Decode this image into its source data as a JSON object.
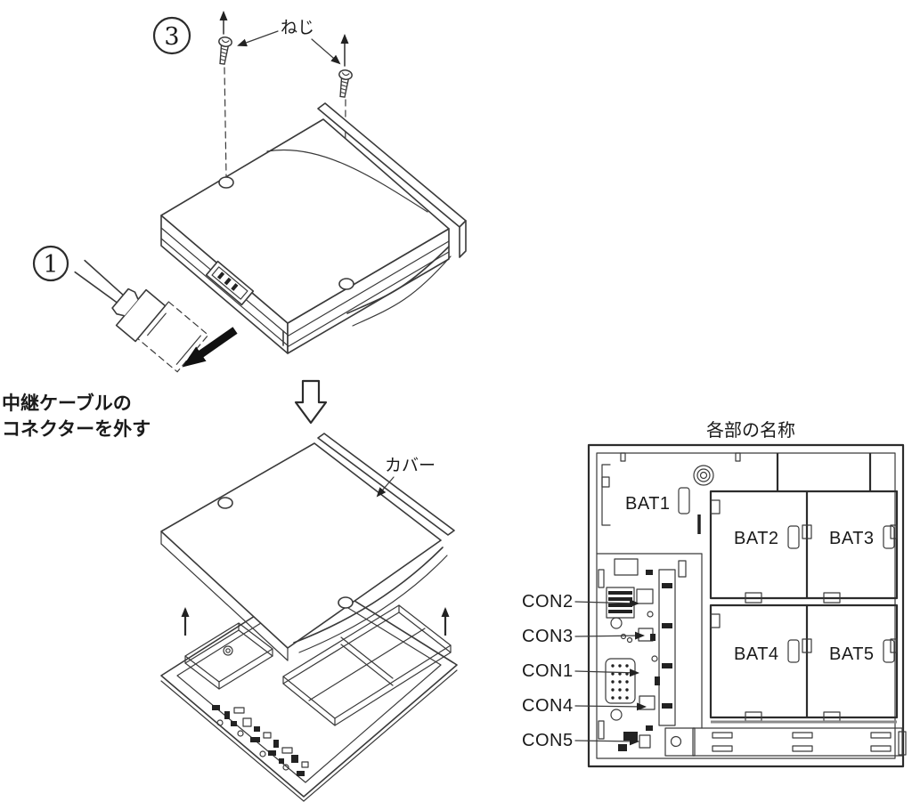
{
  "figure": {
    "background": "#ffffff",
    "line_color": "#3a3a3a",
    "text_color": "#1a1a1a",
    "arrow_color": "#111111",
    "step1": {
      "number": "1",
      "caption_line1": "中継ケーブルの",
      "caption_line2": "コネクターを外す"
    },
    "step3": {
      "number": "3",
      "screw_label": "ねじ"
    },
    "cover_label": "カバー",
    "panel": {
      "title": "各部の名称",
      "batteries": [
        "BAT1",
        "BAT2",
        "BAT3",
        "BAT4",
        "BAT5"
      ],
      "connectors": [
        "CON2",
        "CON3",
        "CON1",
        "CON4",
        "CON5"
      ]
    }
  }
}
